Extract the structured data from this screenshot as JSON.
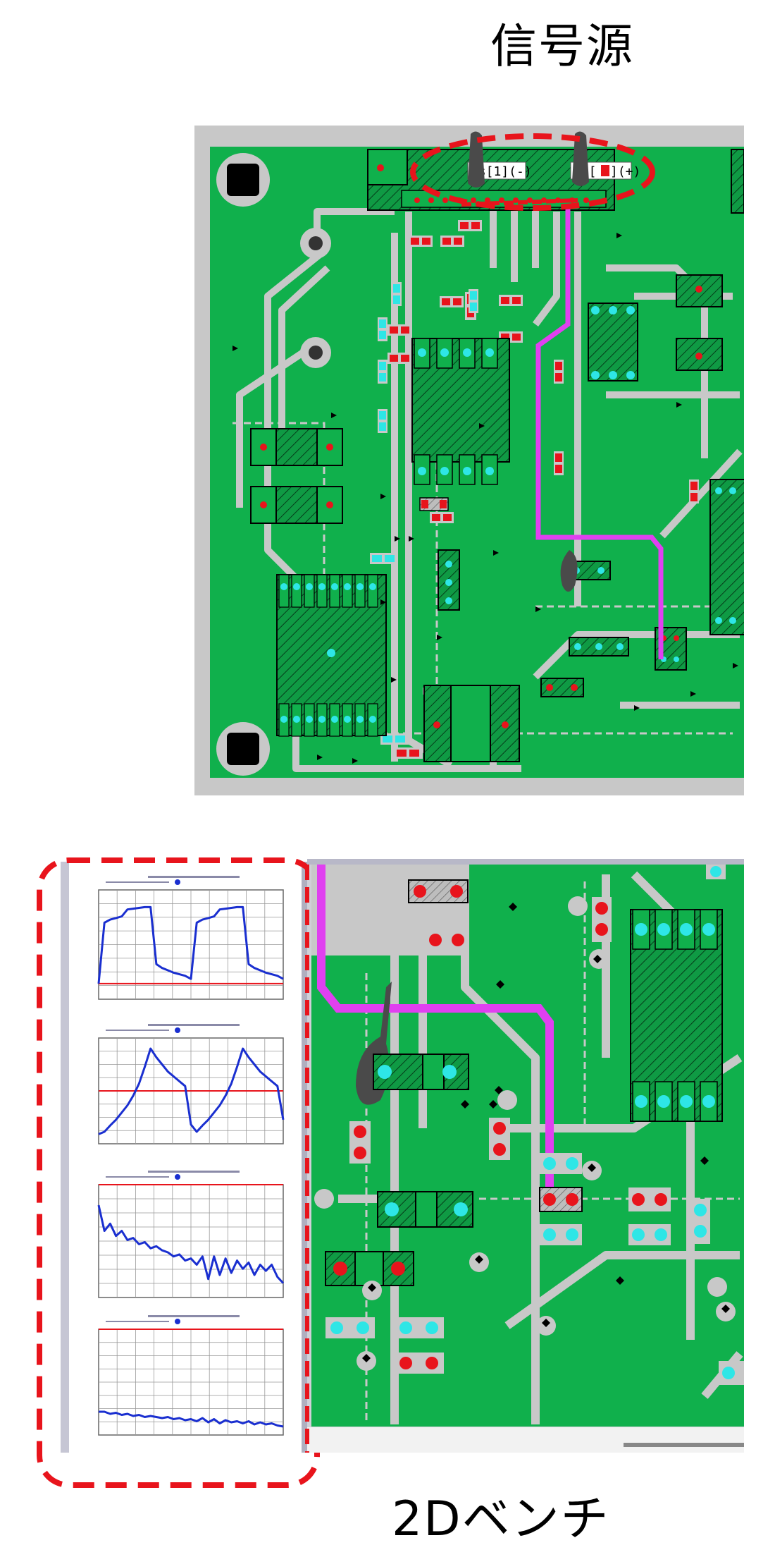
{
  "labels": {
    "signal_source": "信号源",
    "bench_2d": "2Dベンチ",
    "pin_minus": "vs[1](-)",
    "pin_plus_prefix": "vs[",
    "pin_plus_suffix": "](+)"
  },
  "colors": {
    "board_green": "#10b04c",
    "trace_gray": "#c8c8c8",
    "pad_red": "#e8141c",
    "pad_cyan": "#2ee6e6",
    "probe_magenta": "#e040f0",
    "callout_red": "#e8141c",
    "waveform_blue": "#1a2fd0"
  },
  "plots": [
    {
      "type": "line",
      "values": [
        0.0,
        0.78,
        0.82,
        0.84,
        0.86,
        0.95,
        0.96,
        0.97,
        0.98,
        0.98,
        0.25,
        0.2,
        0.17,
        0.14,
        0.12,
        0.1,
        0.06,
        0.78,
        0.82,
        0.84,
        0.86,
        0.95,
        0.96,
        0.97,
        0.98,
        0.98,
        0.25,
        0.2,
        0.17,
        0.14,
        0.12,
        0.1,
        0.06
      ],
      "ref": 0.0
    },
    {
      "type": "line",
      "values": [
        -0.9,
        -0.85,
        -0.72,
        -0.6,
        -0.45,
        -0.3,
        -0.1,
        0.15,
        0.5,
        0.88,
        0.7,
        0.55,
        0.4,
        0.3,
        0.2,
        0.1,
        -0.7,
        -0.85,
        -0.72,
        -0.6,
        -0.45,
        -0.3,
        -0.1,
        0.15,
        0.5,
        0.88,
        0.7,
        0.55,
        0.4,
        0.3,
        0.2,
        0.1,
        -0.6
      ],
      "ref": 0.0
    },
    {
      "type": "line",
      "values": [
        0.8,
        0.55,
        0.62,
        0.5,
        0.55,
        0.46,
        0.48,
        0.42,
        0.44,
        0.38,
        0.4,
        0.36,
        0.34,
        0.3,
        0.32,
        0.26,
        0.28,
        0.22,
        0.3,
        0.08,
        0.3,
        0.12,
        0.28,
        0.14,
        0.26,
        0.18,
        0.24,
        0.12,
        0.22,
        0.16,
        0.22,
        0.1,
        0.04
      ],
      "ref": 1.0
    },
    {
      "type": "line",
      "values": [
        0.22,
        0.22,
        0.2,
        0.21,
        0.19,
        0.2,
        0.18,
        0.19,
        0.17,
        0.18,
        0.17,
        0.16,
        0.17,
        0.15,
        0.16,
        0.14,
        0.15,
        0.13,
        0.16,
        0.12,
        0.15,
        0.11,
        0.14,
        0.12,
        0.13,
        0.11,
        0.13,
        0.1,
        0.12,
        0.1,
        0.11,
        0.09,
        0.08
      ],
      "ref": 1.0
    }
  ]
}
